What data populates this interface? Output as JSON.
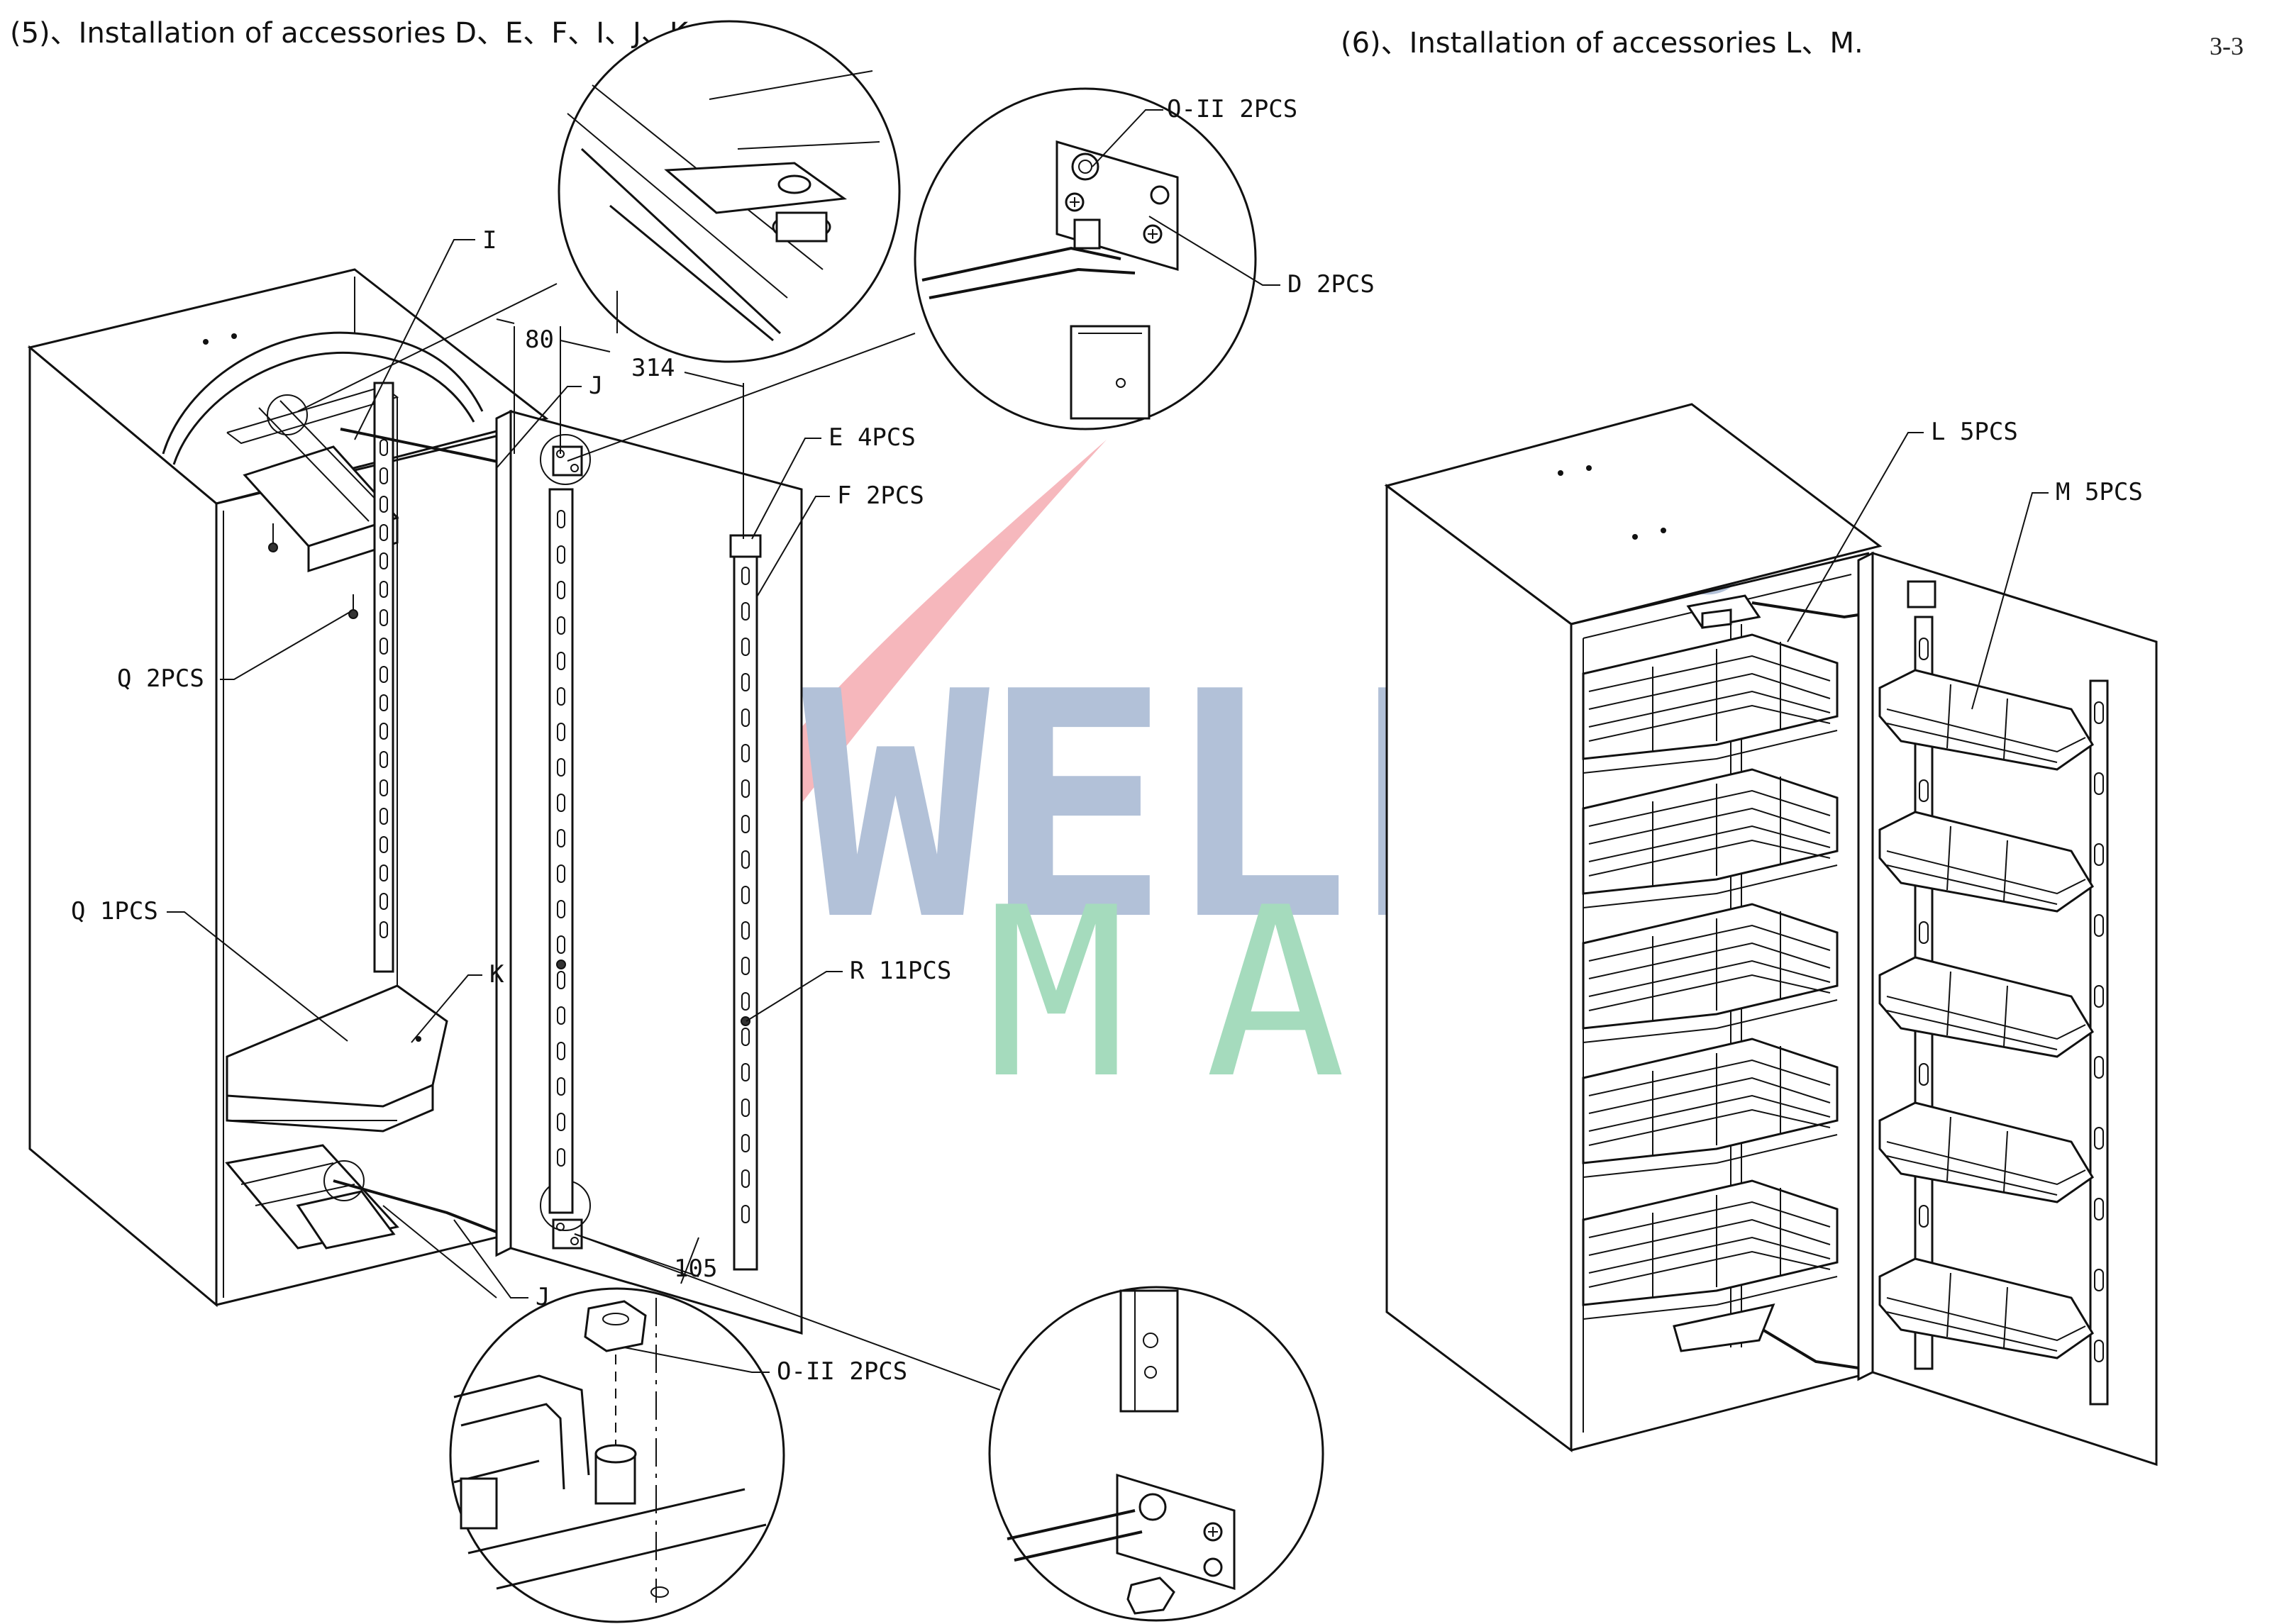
{
  "section_5_title": "(5)、Installation of accessories D、E、F、I、J、K.",
  "section_6_title": "(6)、Installation of accessories L、M.",
  "page_number": "3-3",
  "watermark": {
    "word1": "WELL",
    "word2": "MAX",
    "registered": "®"
  },
  "dims": {
    "d80": "80",
    "d314": "314",
    "d105": "105"
  },
  "labels": {
    "I": "I",
    "J_top": "J",
    "J_bottom": "J",
    "K": "K",
    "Q2": "Q 2PCS",
    "Q1": "Q 1PCS",
    "E": "E 4PCS",
    "F": "F 2PCS",
    "R": "R 11PCS",
    "OII_top": "O-II 2PCS",
    "D": "D 2PCS",
    "OII_bottom": "O-II 2PCS",
    "L": "L 5PCS",
    "M": "M 5PCS"
  },
  "colors": {
    "watermark_red": "#f4a6ac",
    "watermark_blue": "#9fb2cf",
    "watermark_green": "#8fd3ad",
    "line": "#111111"
  }
}
